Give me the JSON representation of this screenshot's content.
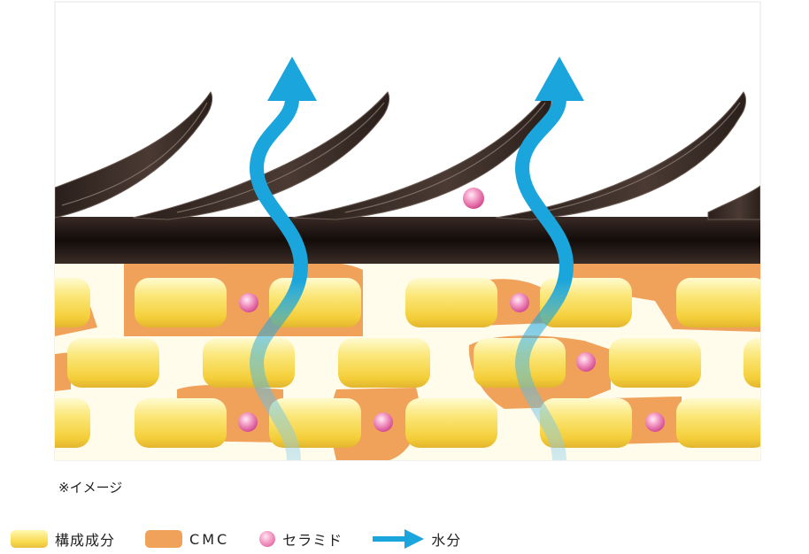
{
  "note": "※イメージ",
  "legend": [
    {
      "label": "構成成分",
      "icon": "yellow-block-icon",
      "color": "#f8d84a"
    },
    {
      "label": "CMC",
      "icon": "orange-block-icon",
      "color": "#f0a25a"
    },
    {
      "label": "セラミド",
      "icon": "pink-sphere-icon",
      "color": "#e86aa8"
    },
    {
      "label": "水分",
      "icon": "blue-arrow-icon",
      "color": "#1aa5dc"
    }
  ]
}
